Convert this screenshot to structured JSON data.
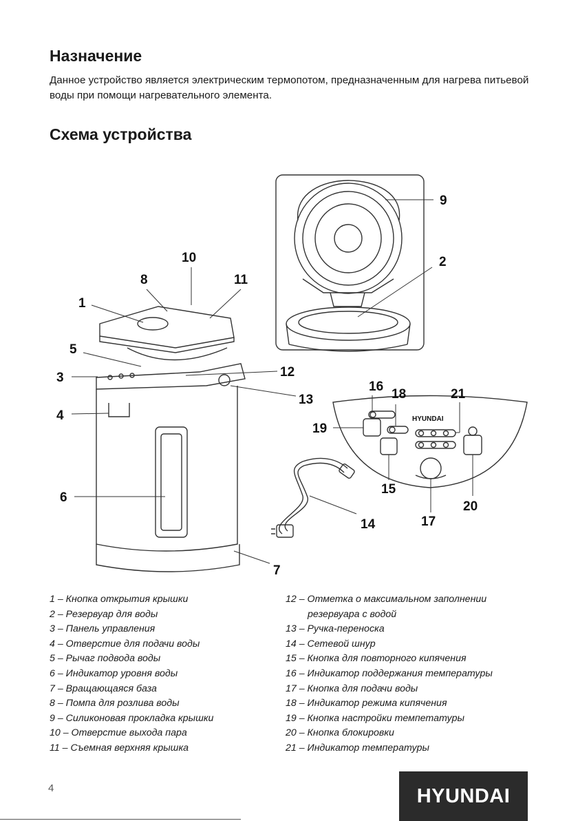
{
  "section_purpose": {
    "title": "Назначение",
    "text": "Данное устройство является электрическим термопотом, предназначенным для нагрева питьевой воды при помощи нагревательного элемента."
  },
  "section_scheme": {
    "title": "Схема устройства"
  },
  "diagram": {
    "callouts": [
      "1",
      "2",
      "3",
      "4",
      "5",
      "6",
      "7",
      "8",
      "9",
      "10",
      "11",
      "12",
      "13",
      "14",
      "15",
      "16",
      "17",
      "18",
      "19",
      "20",
      "21"
    ],
    "panel_brand": "HYUNDAI"
  },
  "legend_left": [
    "1 – Кнопка открытия крышки",
    "2 – Резервуар для воды",
    "3 – Панель управления",
    "4 – Отверстие для подачи воды",
    "5 – Рычаг подвода воды",
    "6 – Индикатор уровня воды",
    "7 – Вращающаяся база",
    "8 – Помпа для розлива воды",
    "9 – Силиконовая прокладка крышки",
    "10 – Отверстие выхода пара",
    "11 – Съемная верхняя крышка"
  ],
  "legend_right": [
    "12 – Отметка о максимальном заполнении",
    "резервуара с водой",
    "13 – Ручка-переноска",
    "14 – Сетевой шнур",
    "15 – Кнопка для повторного кипячения",
    "16 – Индикатор поддержания температуры",
    "17 – Кнопка для подачи воды",
    "18 – Индикатор режима кипячения",
    "19 – Кнопка настройки темпетатуры",
    "20 – Кнопка блокировки",
    "21 – Индикатор температуры"
  ],
  "footer": {
    "page_number": "4",
    "brand": "HYUNDAI"
  }
}
